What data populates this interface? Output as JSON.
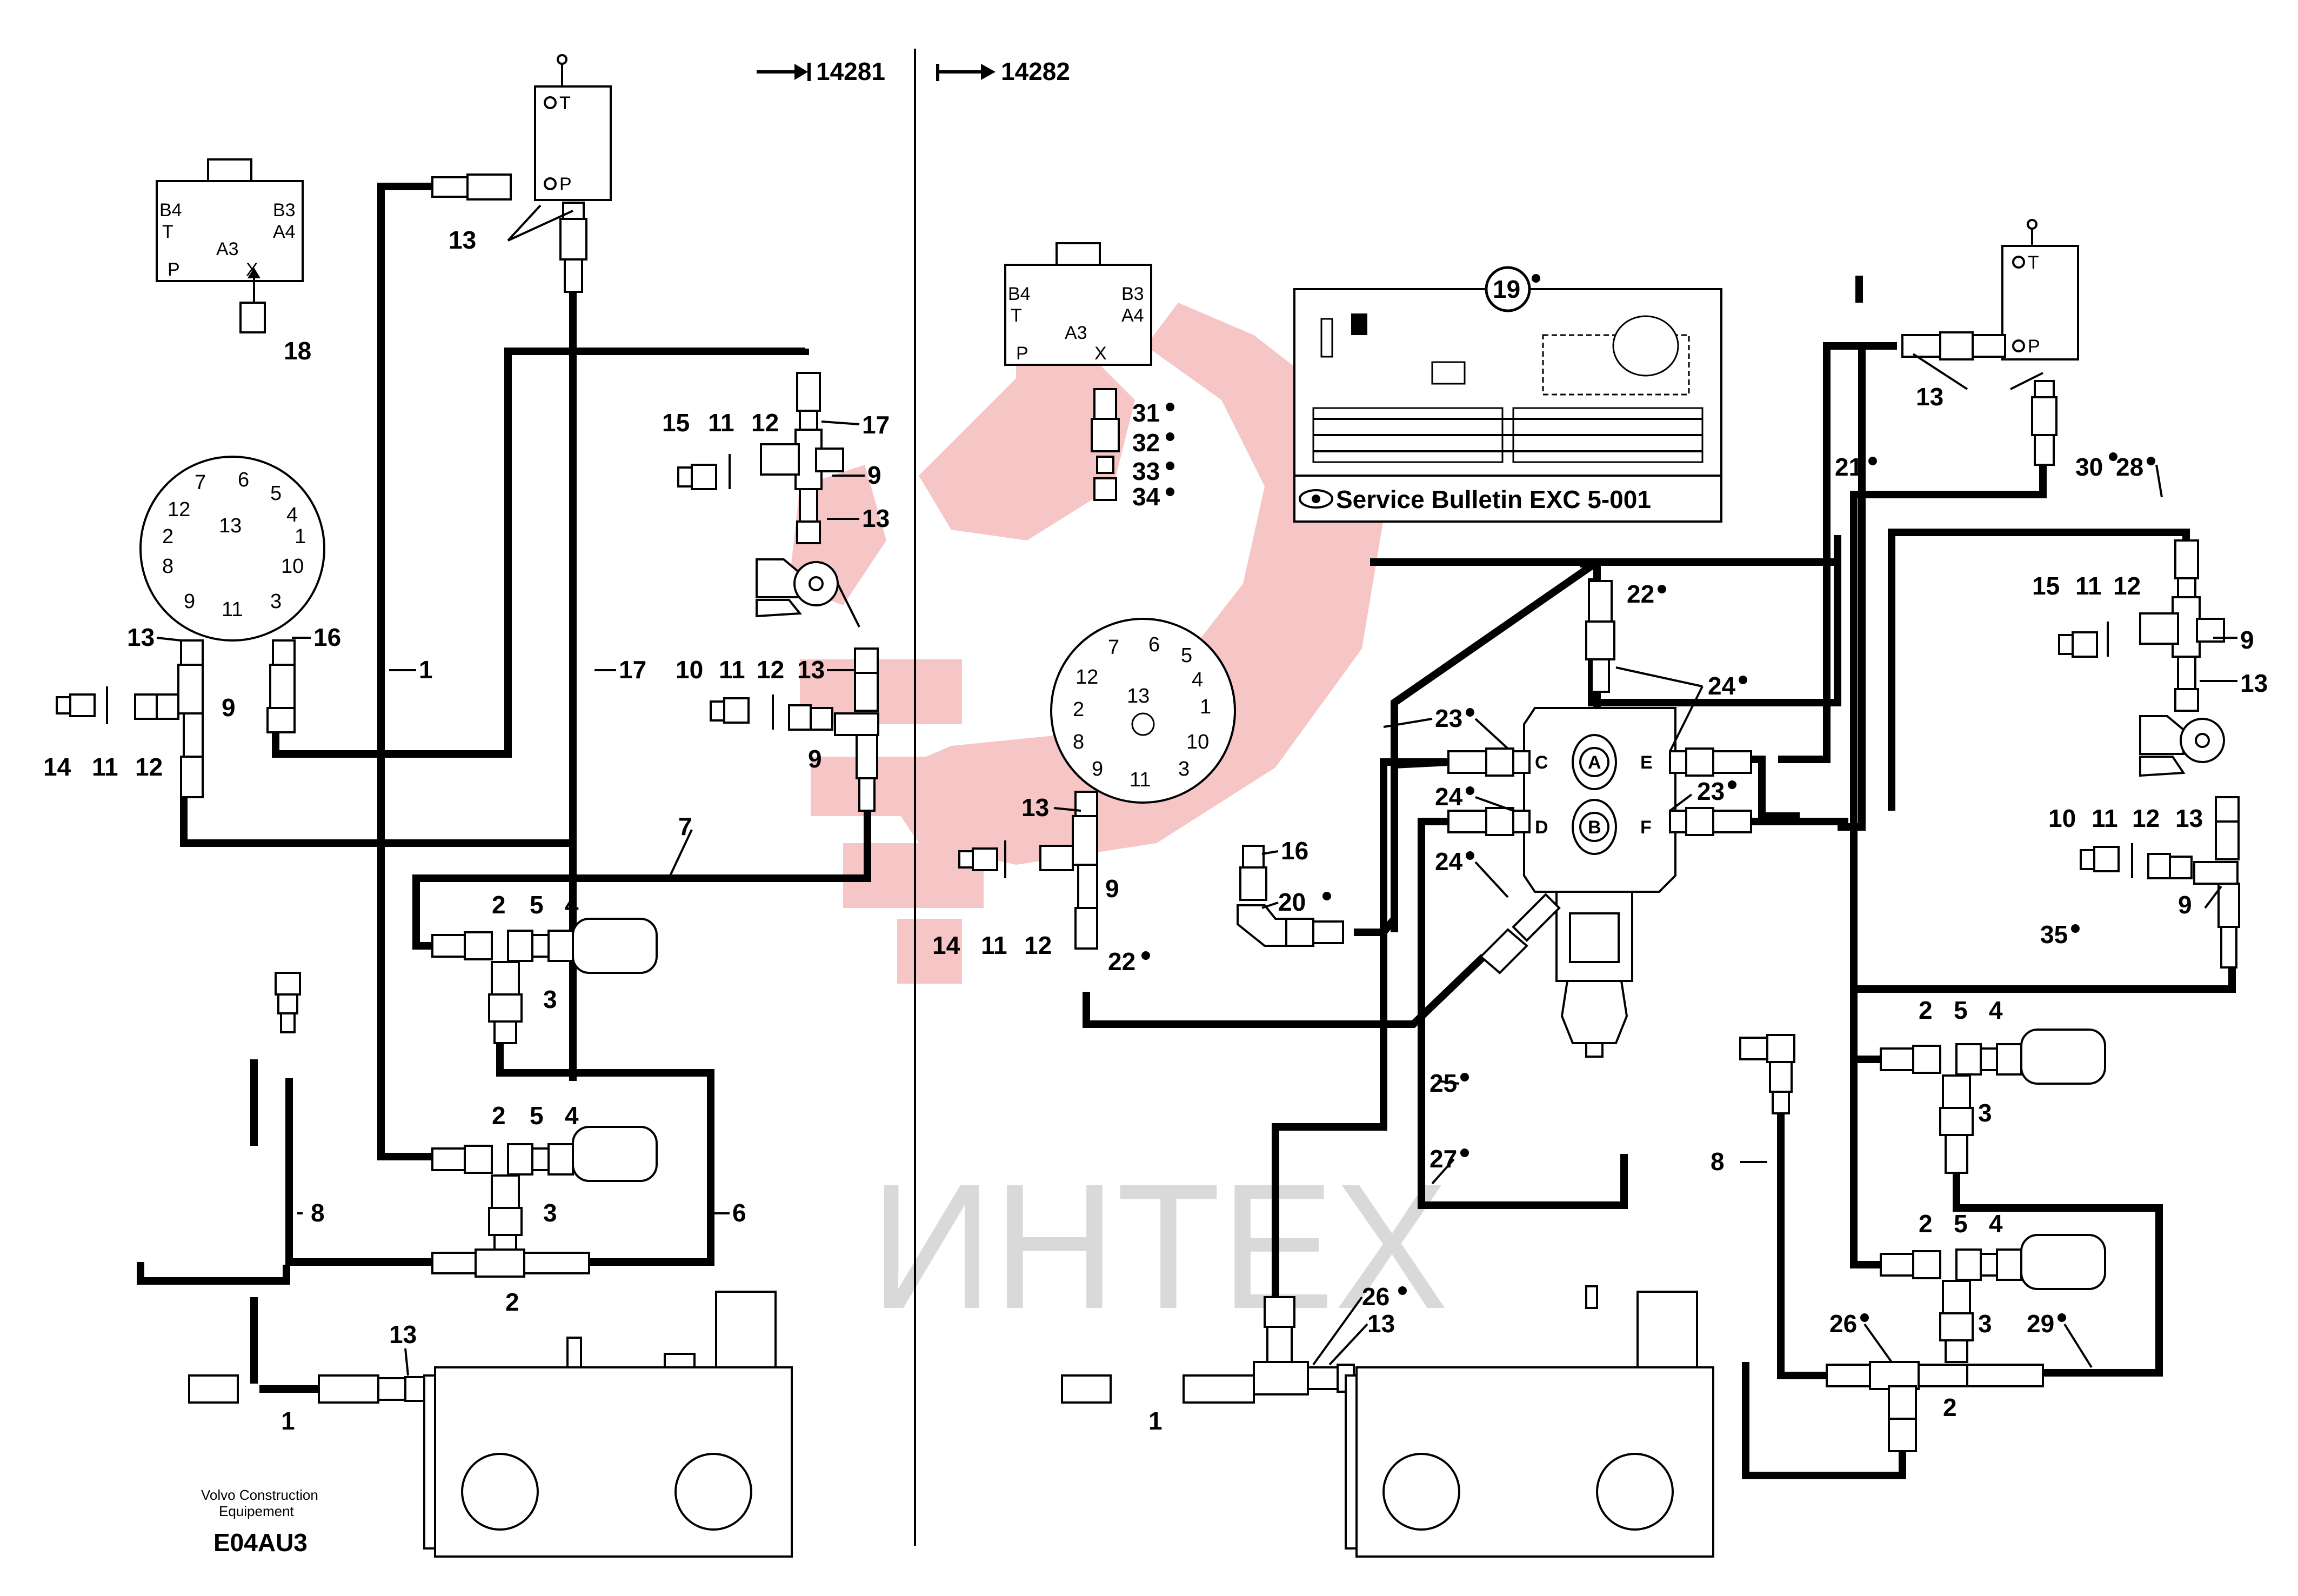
{
  "header": {
    "left_ref": "14281",
    "right_ref": "14282"
  },
  "service_bulletin": {
    "badge": "19",
    "text": "Service Bulletin EXC 5-001"
  },
  "footer": {
    "maker_line1": "Volvo Construction",
    "maker_line2": "Equipement",
    "code": "E04AU3"
  },
  "watermark": "ИНТЕХ",
  "valve_ports": {
    "T": "T",
    "P": "P",
    "A": "A",
    "B": "B",
    "C": "C",
    "D": "D",
    "E": "E",
    "F": "F"
  },
  "block_ports": [
    "B4",
    "T",
    "A3",
    "B3",
    "A4",
    "P",
    "X"
  ],
  "dial_numbers": [
    "6",
    "5",
    "7",
    "12",
    "4",
    "2",
    "13",
    "1",
    "8",
    "10",
    "9",
    "11",
    "3"
  ],
  "labels_left": [
    "18",
    "13",
    "17",
    "15",
    "11",
    "12",
    "9",
    "13",
    "1",
    "17",
    "16",
    "13",
    "9",
    "10",
    "11",
    "12",
    "13",
    "9",
    "14",
    "11",
    "12",
    "7",
    "2",
    "5",
    "4",
    "3",
    "2",
    "5",
    "4",
    "3",
    "8",
    "6",
    "2",
    "13",
    "1"
  ],
  "labels_right": [
    "31",
    "32",
    "33",
    "34",
    "13",
    "21",
    "30",
    "28",
    "22",
    "24",
    "23",
    "24",
    "23",
    "24",
    "15",
    "11",
    "12",
    "9",
    "13",
    "13",
    "9",
    "14",
    "11",
    "12",
    "22",
    "16",
    "20",
    "10",
    "11",
    "12",
    "13",
    "9",
    "35",
    "2",
    "5",
    "4",
    "3",
    "25",
    "27",
    "8",
    "2",
    "5",
    "4",
    "26",
    "3",
    "29",
    "2",
    "26",
    "13",
    "1"
  ],
  "colors": {
    "line": "#000000",
    "watermark_red": "#f3b2b2",
    "watermark_grey": "#d9d9d9"
  }
}
